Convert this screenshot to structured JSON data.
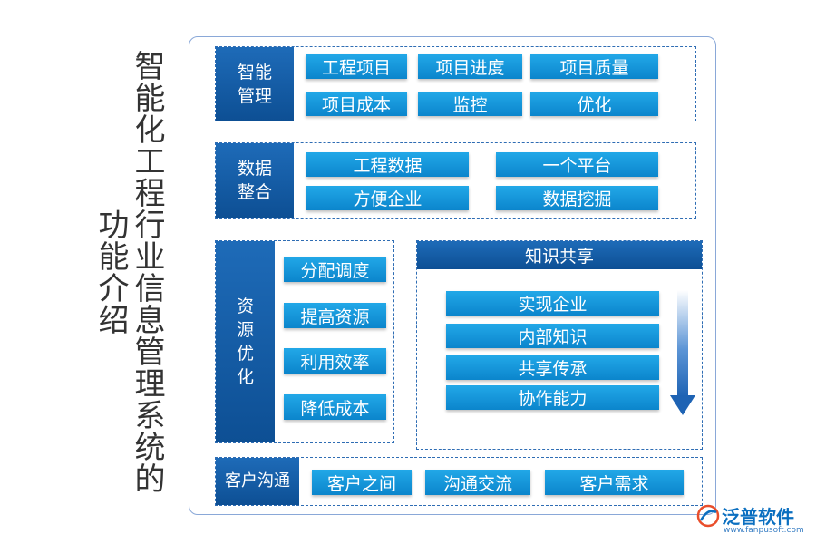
{
  "title": {
    "line1": "智能化工程行业信息管理系统的",
    "line2": "功能介绍"
  },
  "sections": {
    "smart": {
      "label": "智能\n管理",
      "items": [
        "工程项目",
        "项目进度",
        "项目质量",
        "项目成本",
        "监控",
        "优化"
      ]
    },
    "data": {
      "label": "数据\n整合",
      "items": [
        "工程数据",
        "一个平台",
        "方便企业",
        "数据挖掘"
      ]
    },
    "resource": {
      "label": "资\n源\n优\n化",
      "items": [
        "分配调度",
        "提高资源",
        "利用效率",
        "降低成本"
      ]
    },
    "knowledge": {
      "header": "知识共享",
      "items": [
        "实现企业",
        "内部知识",
        "共享传承",
        "协作能力"
      ]
    },
    "customer": {
      "label": "客户沟通",
      "items": [
        "客户之间",
        "沟通交流",
        "客户需求"
      ]
    }
  },
  "logo": {
    "name": "泛普软件",
    "url": "www.fanpusoft.com"
  },
  "colors": {
    "dark_blue": "#1e6bb8",
    "light_blue": "#22a8e8",
    "border": "#2f6db4"
  }
}
